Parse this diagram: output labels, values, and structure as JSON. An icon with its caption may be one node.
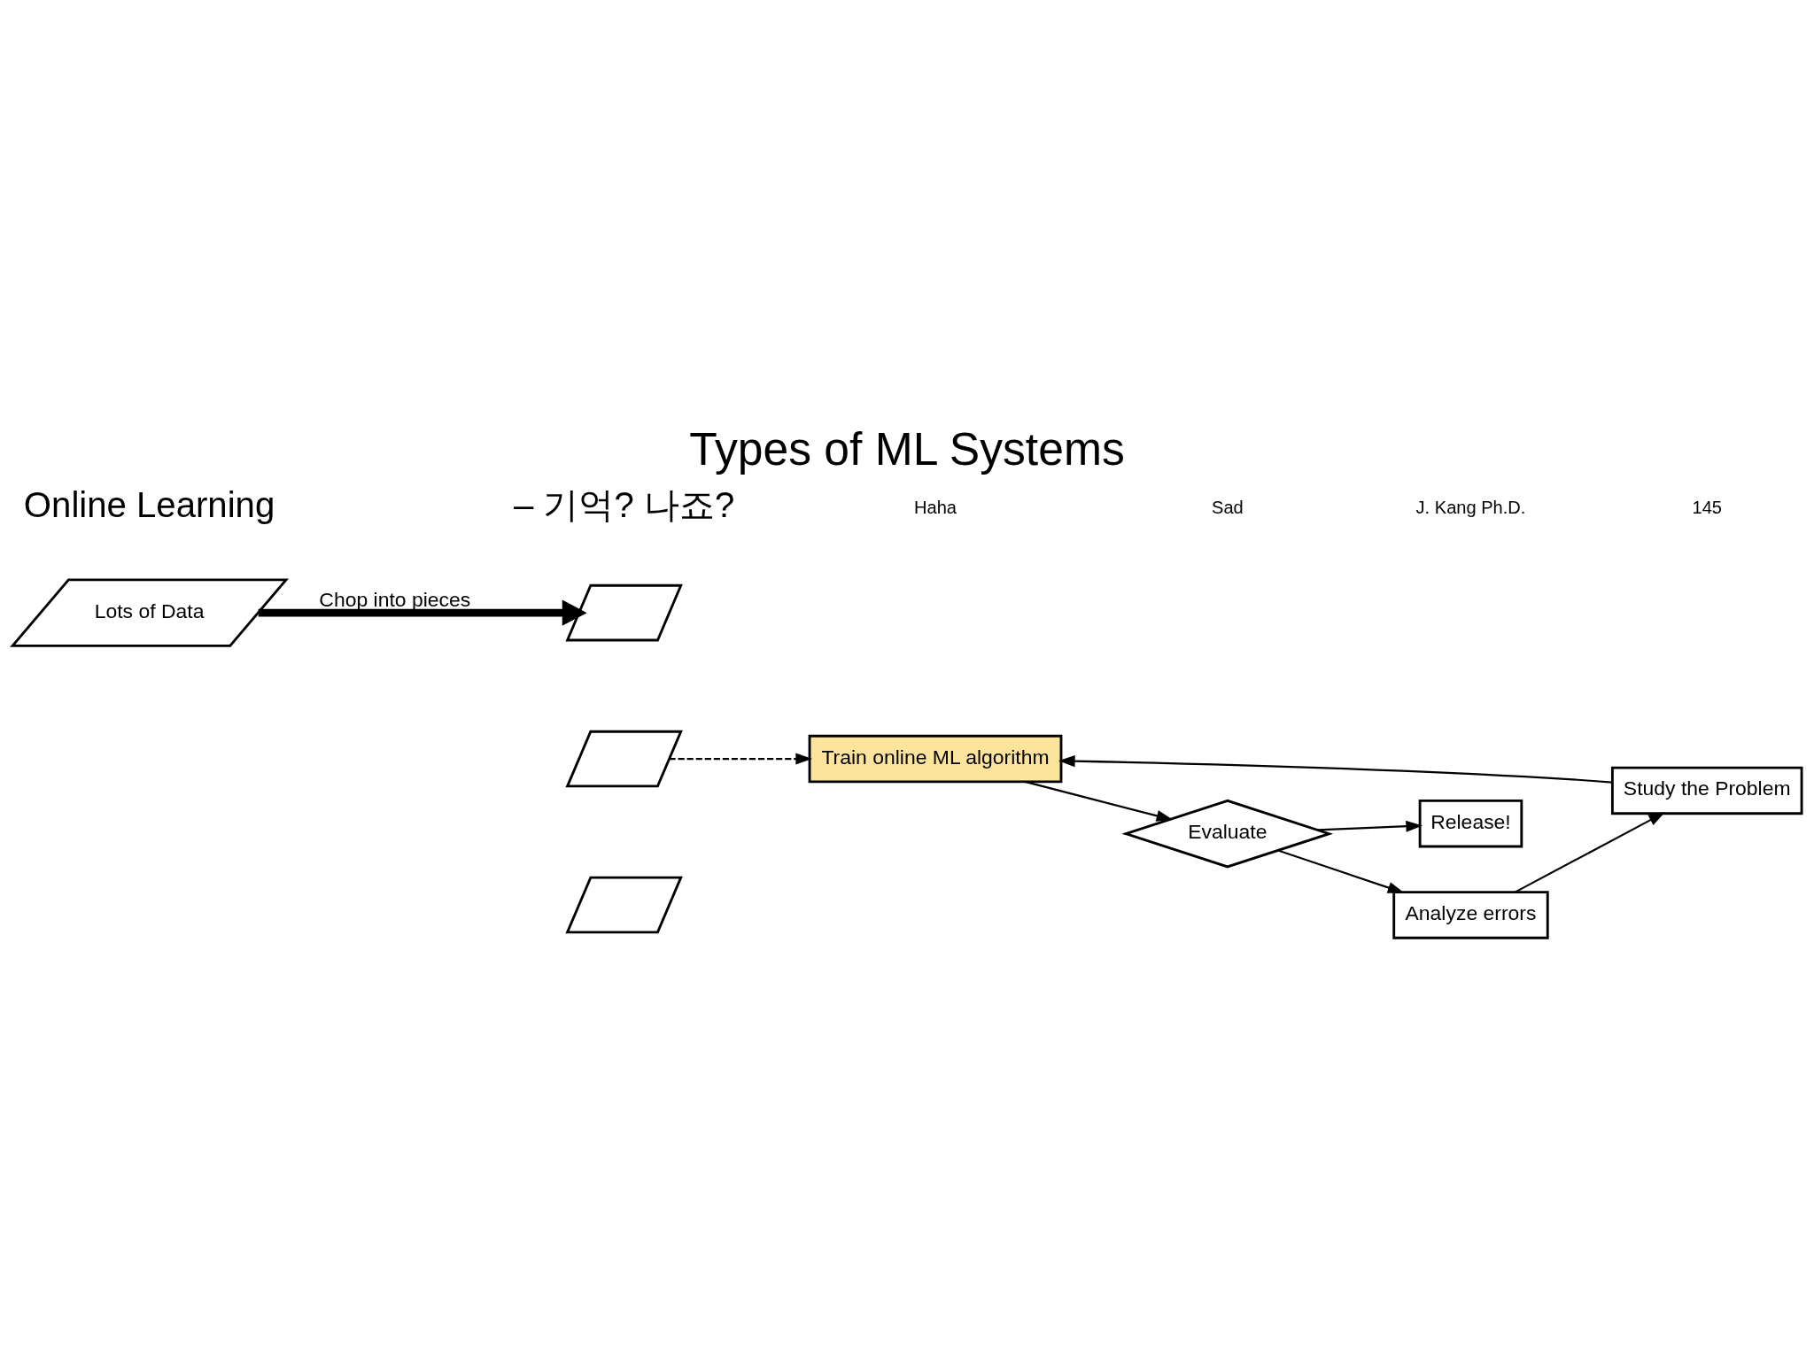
{
  "diagram": {
    "title": "Types of ML Systems",
    "nodes": [
      {
        "text": [
          "Lots of Data"
        ]
      },
      {
        "text": [],
        "shape": "parallelogram"
      },
      {
        "text": [],
        "shape": "parallelogram"
      },
      {
        "text": [],
        "shape": "parallelogram"
      },
      {
        "text": [
          "Study the Problem"
        ]
      },
      {
        "text": [
          "Train online ML algorithm"
        ]
      },
      {
        "text": [
          "Evaluate"
        ]
      },
      {
        "text": [
          "Release!"
        ]
      },
      {
        "text": [
          "Analyze errors"
        ]
      }
    ],
    "edges": [
      {
        "from": 0,
        "to": 1,
        "arrow": "to",
        "label": "Chop into pieces",
        "style": "thick"
      },
      {
        "from": 2,
        "to": 5,
        "arrow": "to",
        "style": "dashed"
      },
      {
        "from": 4,
        "to": 5,
        "arrow": "to"
      },
      {
        "from": 5,
        "to": 6,
        "arrow": "to"
      },
      {
        "from": 6,
        "to": 7,
        "arrow": "to"
      },
      {
        "from": 6,
        "to": 8,
        "arrow": "to"
      },
      {
        "from": 8,
        "to": 4,
        "arrow": "to"
      }
    ],
    "labels": [
      "Online Learning",
      "– 기억? 나죠?",
      "Haha",
      "Sad",
      "J. Kang Ph.D.",
      "145"
    ]
  }
}
